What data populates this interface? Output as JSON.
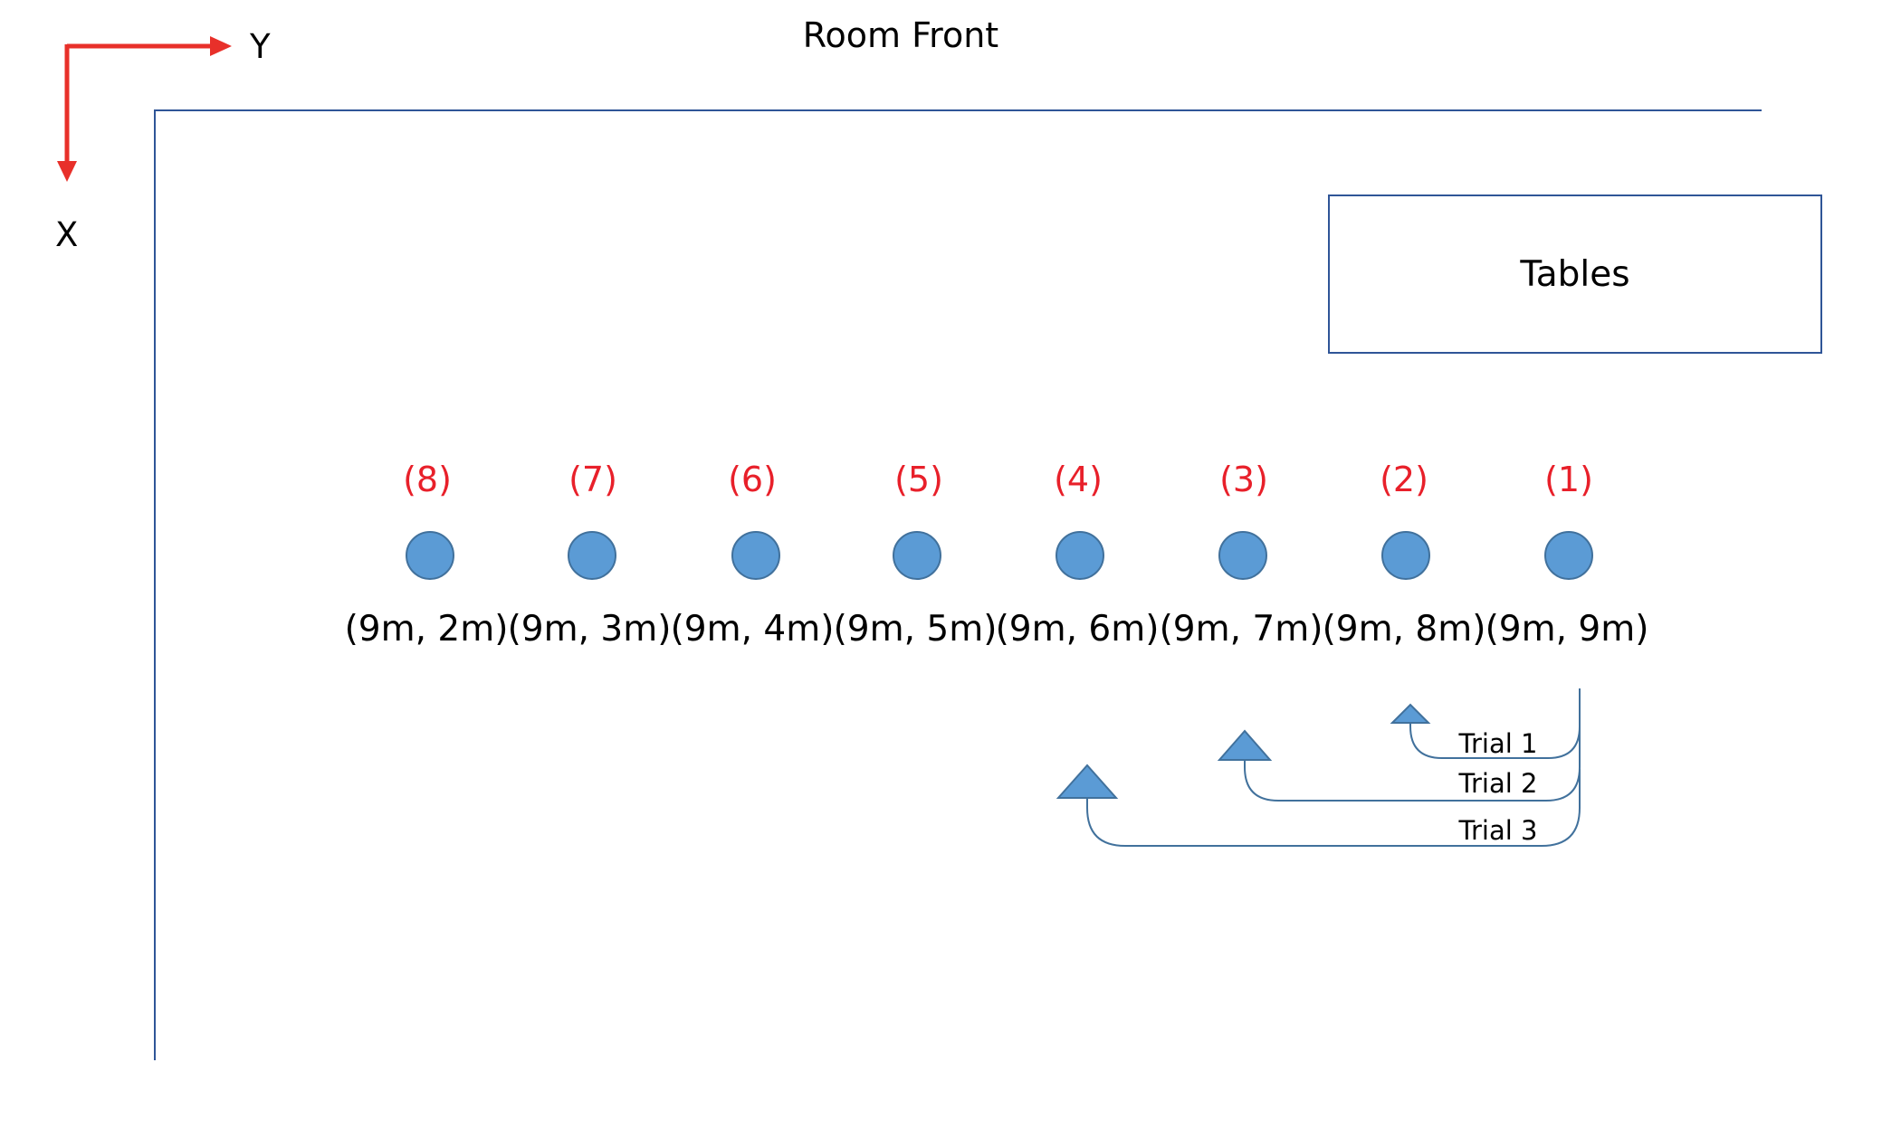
{
  "title": "Room Front",
  "axes": {
    "y_label": "Y",
    "x_label": "X",
    "arrow_color": "#e8302a"
  },
  "tables_label": "Tables",
  "colors": {
    "point": "#5b9bd5",
    "point_stroke": "#41719c",
    "number": "#e8202a",
    "wall": "#2f5597",
    "path": "#41719c"
  },
  "positions": [
    {
      "number": "(8)",
      "coord": "(9m, 2m)"
    },
    {
      "number": "(7)",
      "coord": "(9m, 3m)"
    },
    {
      "number": "(6)",
      "coord": "(9m, 4m)"
    },
    {
      "number": "(5)",
      "coord": "(9m, 5m)"
    },
    {
      "number": "(4)",
      "coord": "(9m, 6m)"
    },
    {
      "number": "(3)",
      "coord": "(9m, 7m)"
    },
    {
      "number": "(2)",
      "coord": "(9m, 8m)"
    },
    {
      "number": "(1)",
      "coord": "(9m, 9m)"
    }
  ],
  "trials": [
    {
      "label": "Trial 1",
      "target": "(2)"
    },
    {
      "label": "Trial 2",
      "target": "(3)"
    },
    {
      "label": "Trial 3",
      "target": "(4)"
    }
  ]
}
